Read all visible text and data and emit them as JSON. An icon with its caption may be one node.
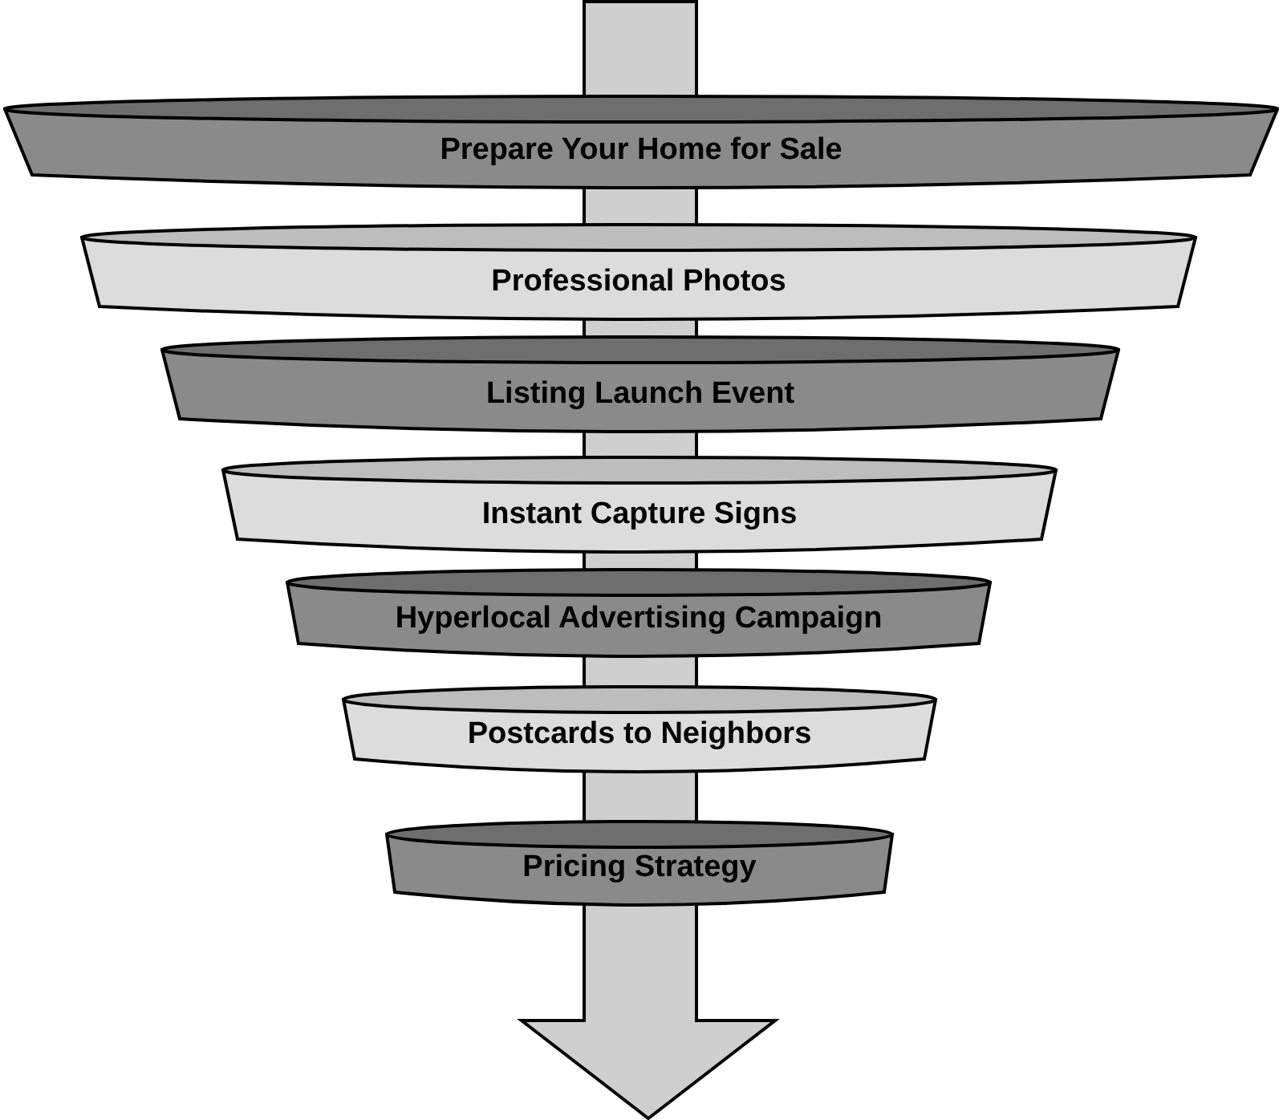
{
  "diagram": {
    "nodes": [
      {
        "text": [
          "Prepare Your Home for Sale"
        ]
      },
      {
        "text": [
          "Professional Photos"
        ]
      },
      {
        "text": [
          "Listing Launch Event"
        ]
      },
      {
        "text": [
          "Instant Capture Signs"
        ]
      },
      {
        "text": [
          "Hyperlocal Advertising Campaign"
        ]
      },
      {
        "text": [
          "Postcards to Neighbors"
        ]
      },
      {
        "text": [
          "Pricing Strategy"
        ]
      }
    ],
    "edges": []
  }
}
